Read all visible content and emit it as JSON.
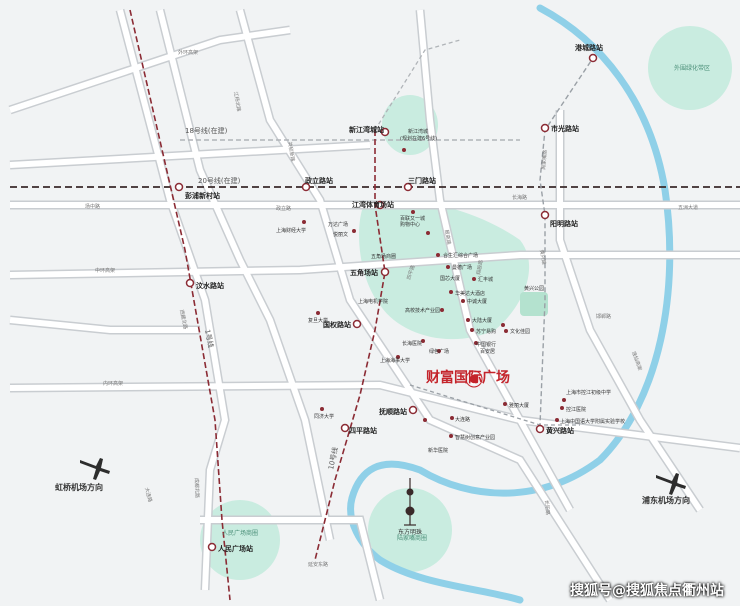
{
  "colors": {
    "background": "#f1f3f4",
    "road": "#ffffff",
    "road_edge": "#c9cdd1",
    "river": "#8fd0e8",
    "green": "#c9ece0",
    "metro_line": "#8b2b34",
    "dashed_grey": "#9aa0a6",
    "accent_red": "#c4242b"
  },
  "lines": {
    "line20": "20号线(在建)",
    "line18": "18号线(在建)",
    "line1": "1号线",
    "line10": "10号线"
  },
  "stations": [
    "港城路站",
    "市光路站",
    "新江湾城站",
    "政立路站",
    "三门路站",
    "彭浦新村站",
    "江湾体育场站",
    "五角场站",
    "阳明路站",
    "汶水路站",
    "国权路站",
    "抚顺路站",
    "四平路站",
    "黄兴路站",
    "人民广场站"
  ],
  "pois": [
    "新江湾城",
    "(规划在建6号线)",
    "万达广场",
    "百联又一城",
    "购物中心",
    "悦丽文",
    "上海财经大学",
    "五角场商圈",
    "合生汇综合广场",
    "曼德广场",
    "国芯大厦",
    "汇丰城",
    "华美达大酒店",
    "上海电机学院",
    "高校技术产业园",
    "黄兴公园",
    "中诚大厦",
    "大陆大厦",
    "中国银行",
    "复旦大学",
    "绿色广场",
    "苏宁易购",
    "百安居",
    "长海医院",
    "上海海事大学",
    "同济大学",
    "文化佳园",
    "上海市控江初级中学",
    "控江医院",
    "上海中国语大学附属实验学校",
    "雅丽大厦",
    "大连路",
    "智慧树创意产业园",
    "新华医院"
  ],
  "feature": {
    "center_title": "财富国际广场"
  },
  "districts": {
    "north": "外围绿化带区",
    "people_square": "人民广场商圈",
    "lujiazui": "陆家嘴商圈",
    "orient_pearl": "东方明珠"
  },
  "roads": [
    "外环高架",
    "江杨北路",
    "共和新路",
    "政立路",
    "场中路",
    "中环高架",
    "内环高架",
    "邯郸路",
    "逸仙高架",
    "四平路",
    "五洲大道",
    "长海路",
    "黄兴路",
    "西藏北路",
    "成都北路",
    "延安东路",
    "周家嘴路",
    "长阳路",
    "翔殷路",
    "殷高路",
    "大连路"
  ],
  "directions": {
    "hongqiao": "虹桥机场方向",
    "pudong": "浦东机场方向"
  },
  "watermark": "搜狐号@搜狐焦点衢州站"
}
